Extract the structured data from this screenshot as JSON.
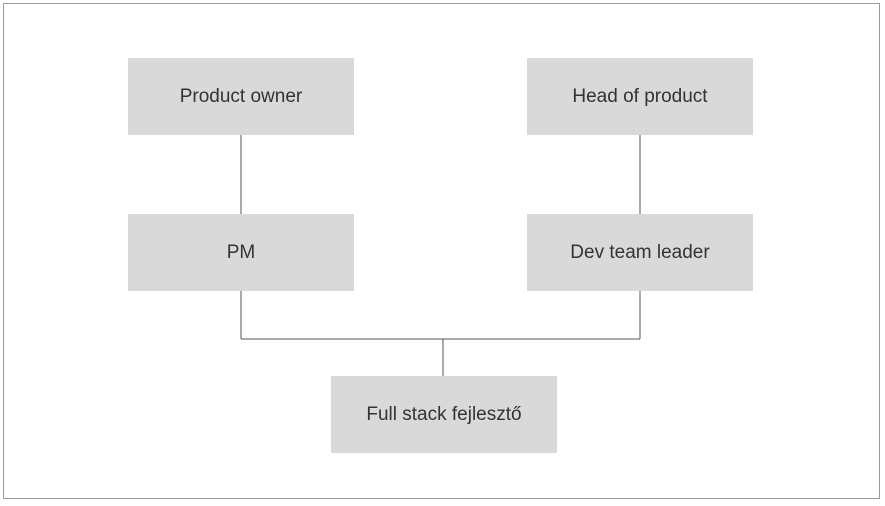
{
  "diagram": {
    "nodes": {
      "product_owner": "Product owner",
      "head_of_product": "Head of product",
      "pm": "PM",
      "dev_team_leader": "Dev team leader",
      "full_stack": "Full stack fejlesztő"
    },
    "edges": [
      {
        "from": "product_owner",
        "to": "pm"
      },
      {
        "from": "head_of_product",
        "to": "dev_team_leader"
      },
      {
        "from": "pm",
        "to": "full_stack"
      },
      {
        "from": "dev_team_leader",
        "to": "full_stack"
      }
    ]
  }
}
